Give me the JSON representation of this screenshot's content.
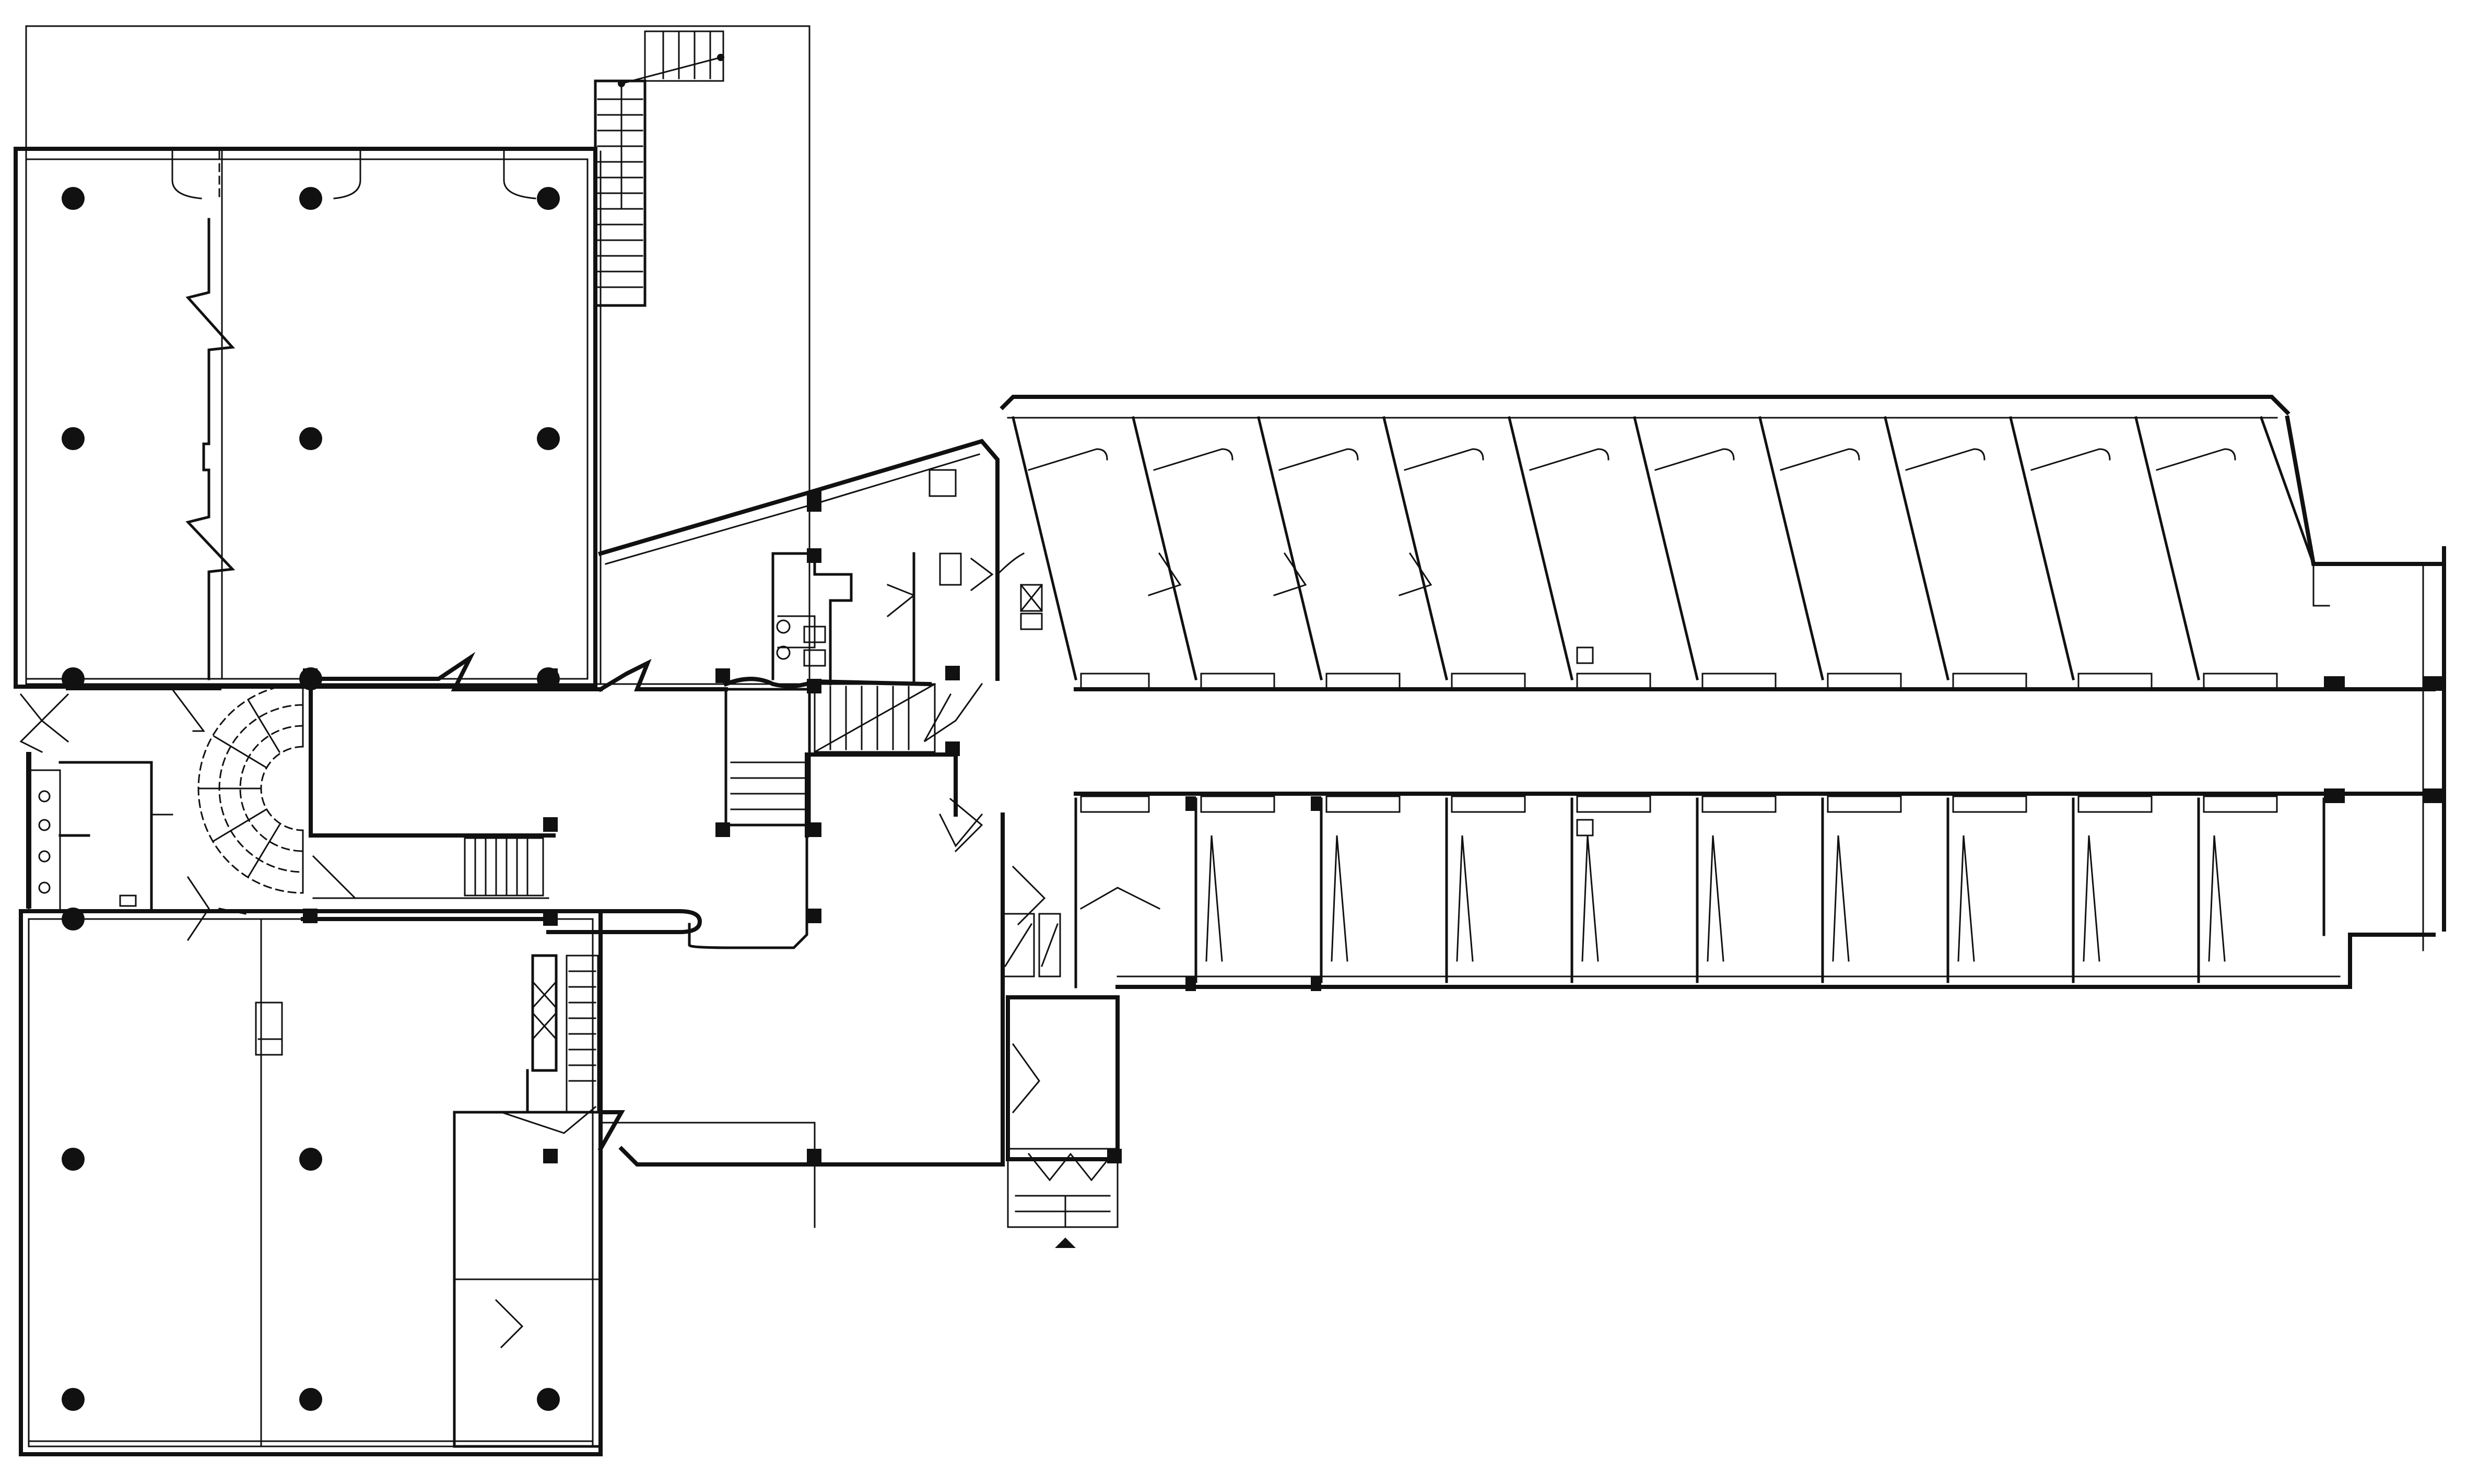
{
  "drawing": {
    "kind": "architectural floor plan",
    "line_color": "#111111",
    "background": "#ffffff"
  },
  "plan": {
    "north_wing": {
      "column_grid": [
        3,
        3
      ]
    },
    "south_wing": {
      "column_grid": [
        2,
        3
      ]
    },
    "east_wing": {
      "north_row_rooms": 10,
      "south_row_rooms": 10
    }
  }
}
